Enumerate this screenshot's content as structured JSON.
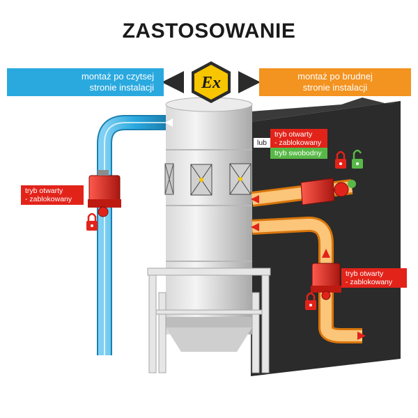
{
  "title": "ZASTOSOWANIE",
  "banner_left": {
    "line1": "montaż po czytsej",
    "line2": "stronie instalacji",
    "color": "#2aa9df"
  },
  "banner_right": {
    "line1": "montaż po brudnej",
    "line2": "stronie instalacji",
    "color": "#f39320"
  },
  "ex_symbol": {
    "text": "Ex",
    "color": "#f7c600"
  },
  "labels": {
    "top_red": {
      "line1": "tryb otwarty",
      "line2": "- zablokowany"
    },
    "top_or": "lub",
    "top_green": "tryb swobodny",
    "left": {
      "line1": "tryb otwarty",
      "line2": "- zablokowany"
    },
    "right": {
      "line1": "tryb otwarty",
      "line2": "- zablokowany"
    }
  },
  "colors": {
    "clean_pipe": "#2aa9df",
    "dirty_pipe": "#f39320",
    "valve": "#e2231a",
    "locked": "#e2231a",
    "free": "#58b847",
    "background_wall": "#2b2b2b"
  },
  "icons": [
    "ex-hexagon-icon",
    "arrow-left-icon",
    "arrow-right-icon",
    "padlock-closed-icon",
    "padlock-open-icon",
    "flow-arrow-icon",
    "explosion-panel-icon"
  ]
}
